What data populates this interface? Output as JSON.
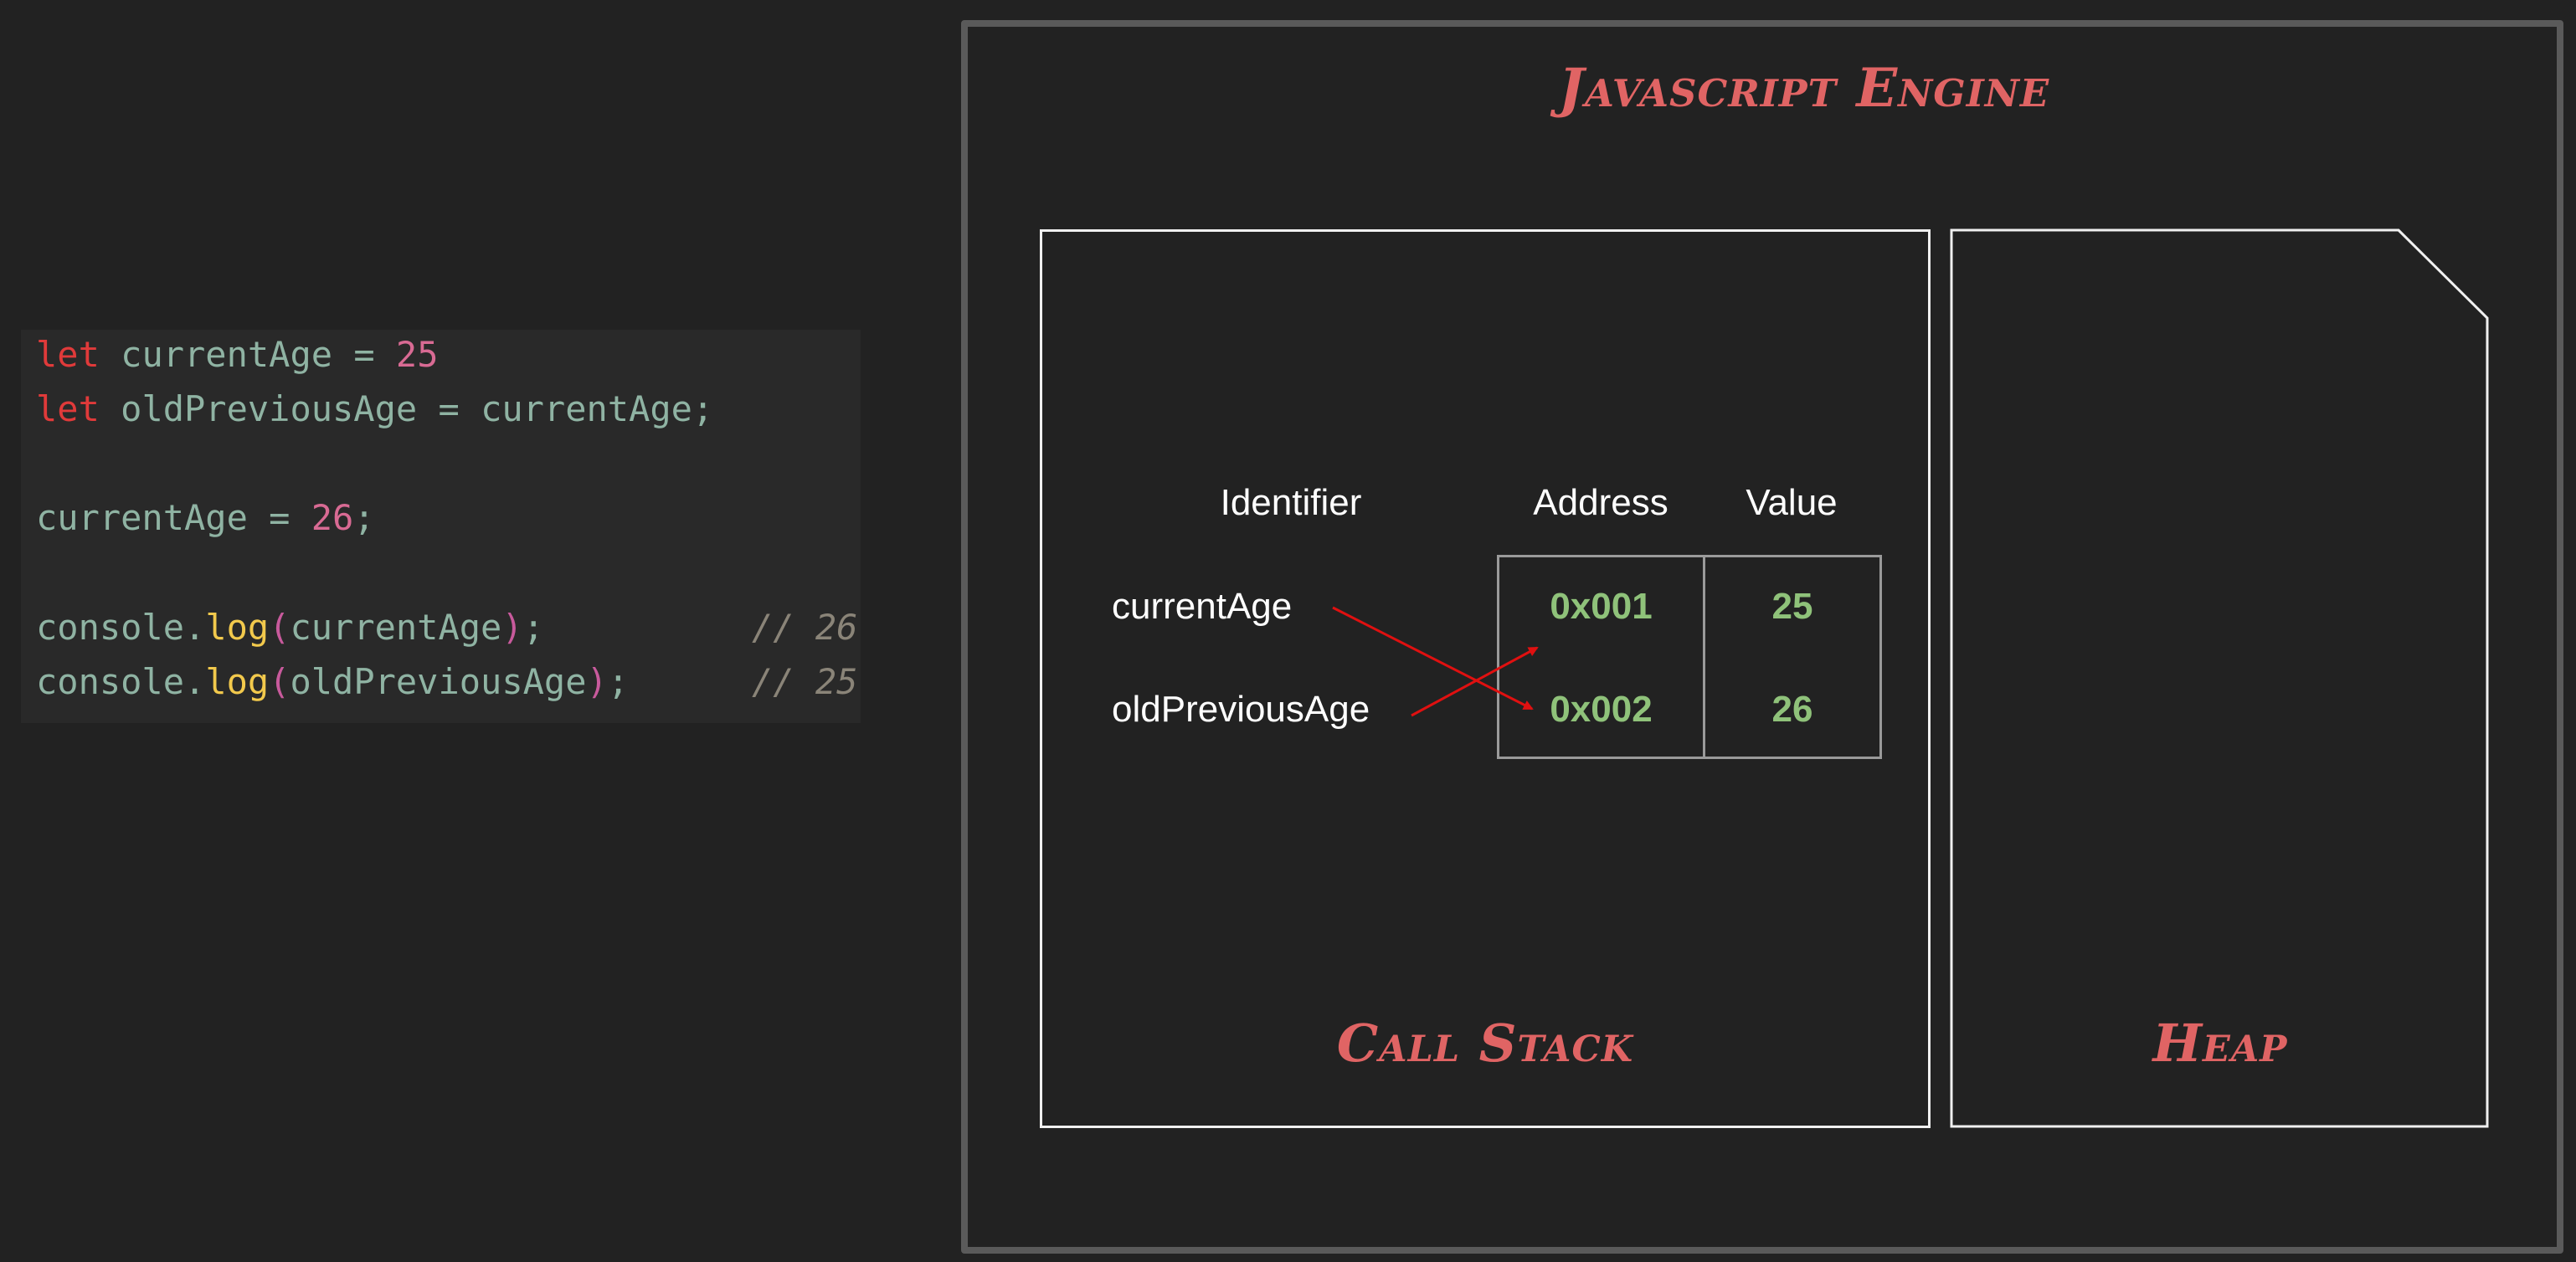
{
  "code": {
    "lines": [
      {
        "kw": "let",
        "var": "currentAge",
        "op": "=",
        "num": "25"
      },
      {
        "kw": "let",
        "var": "oldPreviousAge",
        "op": "=",
        "rhs": "currentAge",
        "punct": ";"
      },
      {
        "var": "currentAge",
        "op": "=",
        "num": "26",
        "punct": ";"
      },
      {
        "obj": "console",
        "dot": ".",
        "fn": "log",
        "open": "(",
        "arg": "currentAge",
        "close": ")",
        "punct": ";",
        "comment": "// 26"
      },
      {
        "obj": "console",
        "dot": ".",
        "fn": "log",
        "open": "(",
        "arg": "oldPreviousAge",
        "close": ")",
        "punct": ";",
        "comment": "// 25"
      }
    ]
  },
  "engine": {
    "title": "Javascript Engine",
    "call_stack_label": "Call Stack",
    "heap_label": "Heap",
    "headers": {
      "identifier": "Identifier",
      "address": "Address",
      "value": "Value"
    },
    "identifiers": [
      "currentAge",
      "oldPreviousAge"
    ],
    "memory": [
      {
        "address": "0x001",
        "value": "25"
      },
      {
        "address": "0x002",
        "value": "26"
      }
    ],
    "colors": {
      "title": "#e06464",
      "arrow": "#e01010",
      "memory_text": "#8fc27a"
    }
  }
}
